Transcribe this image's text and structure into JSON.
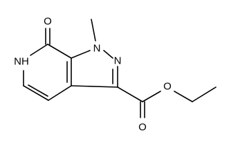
{
  "molecule": {
    "atoms": {
      "carbonyl_o": "O",
      "n_methyl": "N",
      "n_ring_lower": "N",
      "nh": "NH",
      "ester_o_double": "O",
      "ester_o_single": "O"
    }
  },
  "colors": {
    "bond": "#000000",
    "label": "#000000",
    "background": "#ffffff"
  }
}
